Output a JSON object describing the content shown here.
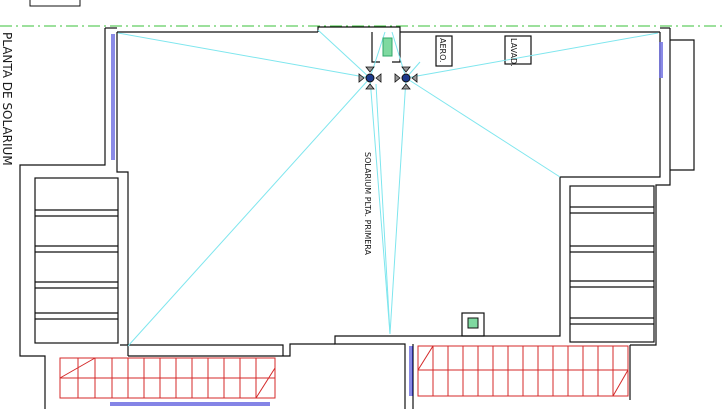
{
  "drawing": {
    "sheet_title": "PLANTA DE SOLARIUM",
    "room_label": "SOLARIUM PLTA. PRIMERA",
    "fixture_labels": [
      "AERO.",
      "LAVAD."
    ]
  },
  "colors": {
    "wall": "#111111",
    "coverage_line": "#7fe6ee",
    "axis_line": "#39c239",
    "stair_red": "#d42a2a",
    "glazing_blue": "#3b3bd6",
    "fixture_green": "#2fa86a",
    "sensor_fill": "#9a9a9a"
  },
  "icons": {
    "sensor": "motion-sensor-icon",
    "fixture": "light-fixture-icon"
  }
}
